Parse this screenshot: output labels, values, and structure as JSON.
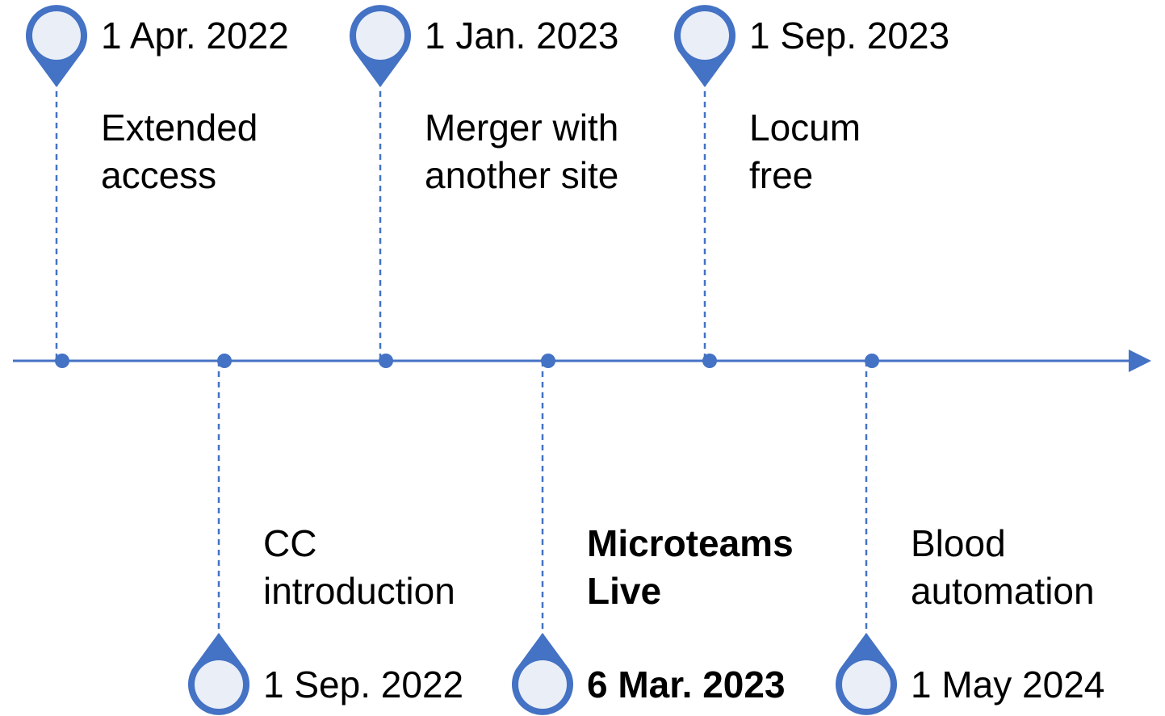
{
  "colors": {
    "accent": "#4472C4",
    "pin_fill": "#E9EEF7",
    "text": "#000000"
  },
  "milestones": [
    {
      "date": "1 Apr. 2022",
      "event": "Extended\naccess",
      "side": "top",
      "bold": false
    },
    {
      "date": "1 Sep. 2022",
      "event": "CC\nintroduction",
      "side": "bottom",
      "bold": false
    },
    {
      "date": "1 Jan. 2023",
      "event": "Merger with\nanother site",
      "side": "top",
      "bold": false
    },
    {
      "date": "6 Mar. 2023",
      "event": "Microteams\nLive",
      "side": "bottom",
      "bold": true
    },
    {
      "date": "1 Sep. 2023",
      "event": "Locum\n free",
      "side": "top",
      "bold": false
    },
    {
      "date": "1 May 2024",
      "event": "Blood\nautomation",
      "side": "bottom",
      "bold": false
    }
  ]
}
